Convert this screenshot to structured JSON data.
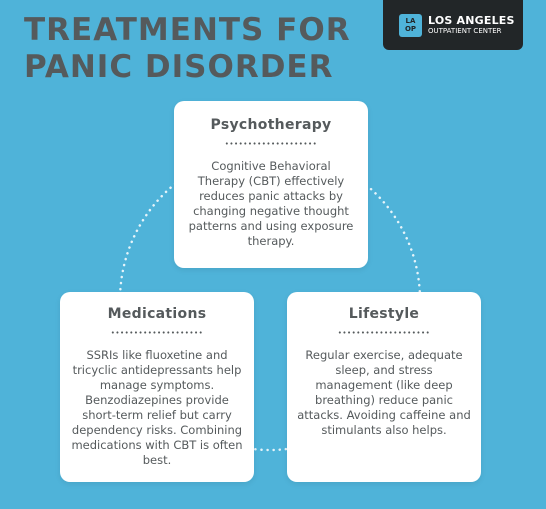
{
  "title": {
    "line1": "TREATMENTS FOR",
    "line2": "PANIC DISORDER"
  },
  "logo": {
    "mark_line1": "LA",
    "mark_line2": "OP",
    "name": "LOS ANGELES",
    "subname": "OUTPATIENT CENTER"
  },
  "colors": {
    "background": "#4fb3d9",
    "card": "#ffffff",
    "text": "#555a5c",
    "logo_bg": "#222628"
  },
  "cards": {
    "psychotherapy": {
      "heading": "Psychotherapy",
      "dots": "••••••••••••••••••••",
      "body": "Cognitive Behavioral Therapy (CBT) effectively reduces panic attacks by changing negative thought patterns and using exposure therapy."
    },
    "medications": {
      "heading": "Medications",
      "dots": "••••••••••••••••••••",
      "body": "SSRIs like fluoxetine and tricyclic antidepressants help manage symptoms. Benzodiazepines provide short-term relief but carry dependency risks. Combining medications with CBT is often best."
    },
    "lifestyle": {
      "heading": "Lifestyle",
      "dots": "••••••••••••••••••••",
      "body": "Regular exercise, adequate sleep, and stress management (like deep breathing) reduce panic attacks. Avoiding caffeine and stimulants also helps."
    }
  }
}
